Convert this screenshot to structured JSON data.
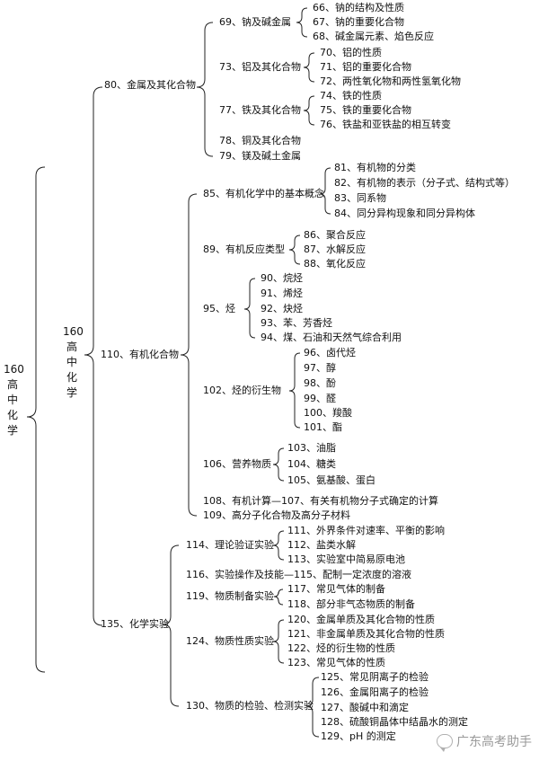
{
  "root": {
    "num": "160",
    "chars": [
      "高",
      "中",
      "化",
      "学"
    ]
  },
  "root2": {
    "num": "160",
    "chars": [
      "高",
      "中",
      "化",
      "学"
    ]
  },
  "groups": {
    "g80": "80、金属及其化合物",
    "g110": "110、有机化合物",
    "g135": "135、化学实验"
  },
  "subs": {
    "s69": "69、钠及碱金属",
    "s73": "73、铝及其化合物",
    "s77": "77、铁及其化合物",
    "s78": "78、铜及其化合物",
    "s79": "79、镁及碱土金属",
    "s85": "85、有机化学中的基本概念",
    "s89": "89、有机反应类型",
    "s95": "95、烃",
    "s102": "102、烃的衍生物",
    "s106": "106、营养物质",
    "s108": "108、有机计算—107、有关有机物分子式确定的计算",
    "s109": "109、高分子化合物及高分子材料",
    "s114": "114、理论验证实验",
    "s116": "116、实验操作及技能—115、配制一定浓度的溶液",
    "s119": "119、物质制备实验",
    "s124": "124、物质性质实验",
    "s130": "130、物质的检验、检测实验"
  },
  "leaves": {
    "l66": "66、钠的结构及性质",
    "l67": "67、钠的重要化合物",
    "l68": "68、碱金属元素、焰色反应",
    "l70": "70、铝的性质",
    "l71": "71、铝的重要化合物",
    "l72": "72、两性氧化物和两性氢氧化物",
    "l74": "74、铁的性质",
    "l75": "75、铁的重要化合物",
    "l76": "76、铁盐和亚铁盐的相互转变",
    "l81": "81、有机物的分类",
    "l82": "82、有机物的表示（分子式、结构式等）",
    "l83": "83、同系物",
    "l84": "84、同分异构现象和同分异构体",
    "l86": "86、聚合反应",
    "l87": "87、水解反应",
    "l88": "88、氧化反应",
    "l90": "90、烷烃",
    "l91": "91、烯烃",
    "l92": "92、炔烃",
    "l93": "93、苯、芳香烃",
    "l94": "94、煤、石油和天然气综合利用",
    "l96": "96、卤代烃",
    "l97": "97、醇",
    "l98": "98、酚",
    "l99": "99、醛",
    "l100": "100、羧酸",
    "l101": "101、酯",
    "l103": "103、油脂",
    "l104": "104、糖类",
    "l105": "105、氨基酸、蛋白",
    "l111": "111、外界条件对速率、平衡的影响",
    "l112": "112、盐类水解",
    "l113": "113、实验室中简易原电池",
    "l117": "117、常见气体的制备",
    "l118": "118、部分非气态物质的制备",
    "l120": "120、金属单质及其化合物的性质",
    "l121": "121、非金属单质及其化合物的性质",
    "l122": "122、烃的衍生物的性质",
    "l123": "123、常见气体的性质",
    "l125": "125、常见阴离子的检验",
    "l126": "126、金属阳离子的检验",
    "l127": "127、酸碱中和滴定",
    "l128": "128、硫酸铜晶体中结晶水的测定",
    "l129": "129、pH 的测定"
  },
  "watermark": "广东高考助手"
}
